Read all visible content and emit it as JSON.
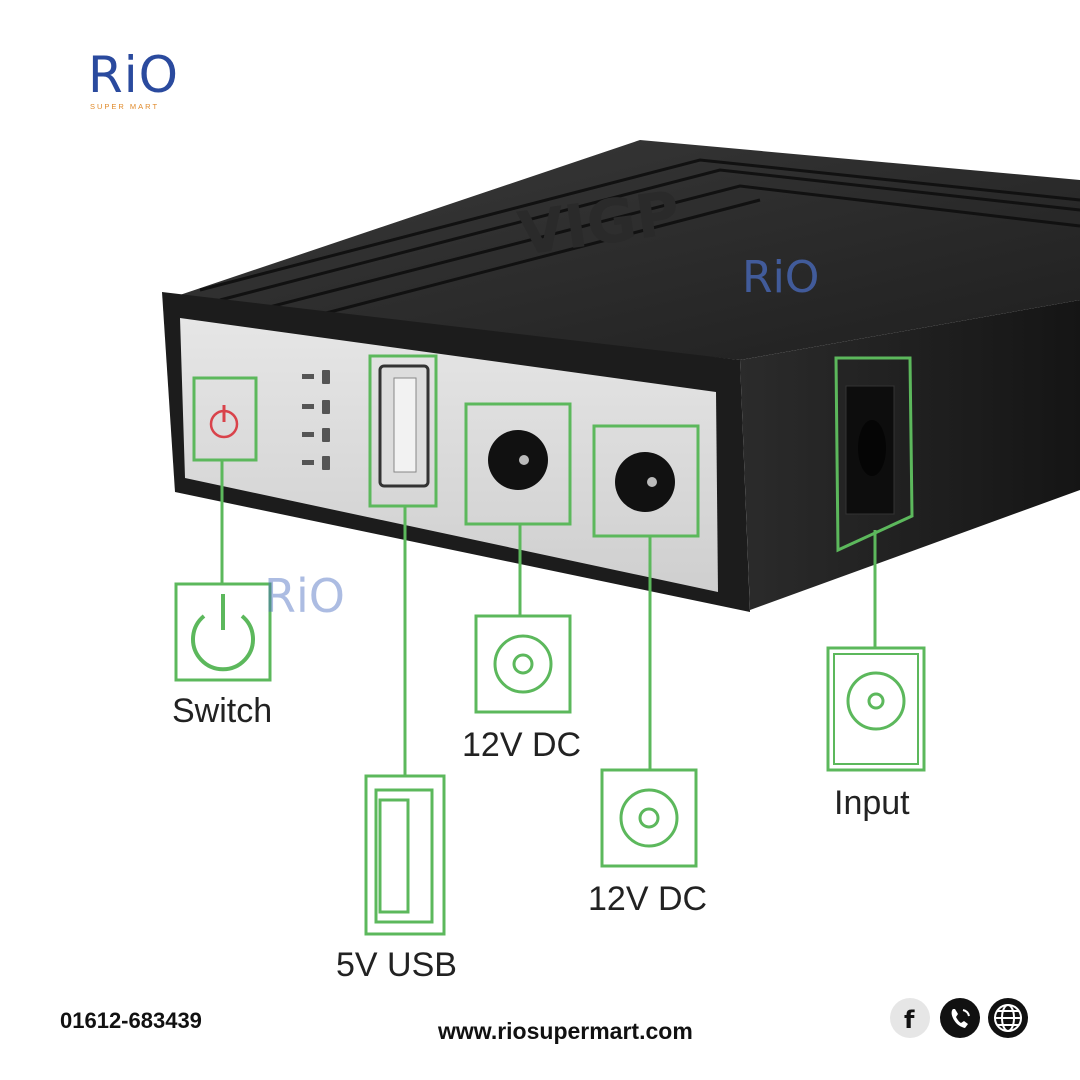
{
  "logo": {
    "main": "RiO",
    "sub": "SUPER MART"
  },
  "labels": {
    "switch": "Switch",
    "usb": "5V USB",
    "dc1": "12V DC",
    "dc2": "12V DC",
    "input": "Input"
  },
  "footer": {
    "phone": "01612-683439",
    "website": "www.riosupermart.com"
  },
  "social_icons": [
    "facebook-icon",
    "phone-icon",
    "globe-icon"
  ],
  "colors": {
    "accent_green": "#5cb85c",
    "brand_blue": "#2a4a9e",
    "brand_orange": "#e08a2a"
  }
}
